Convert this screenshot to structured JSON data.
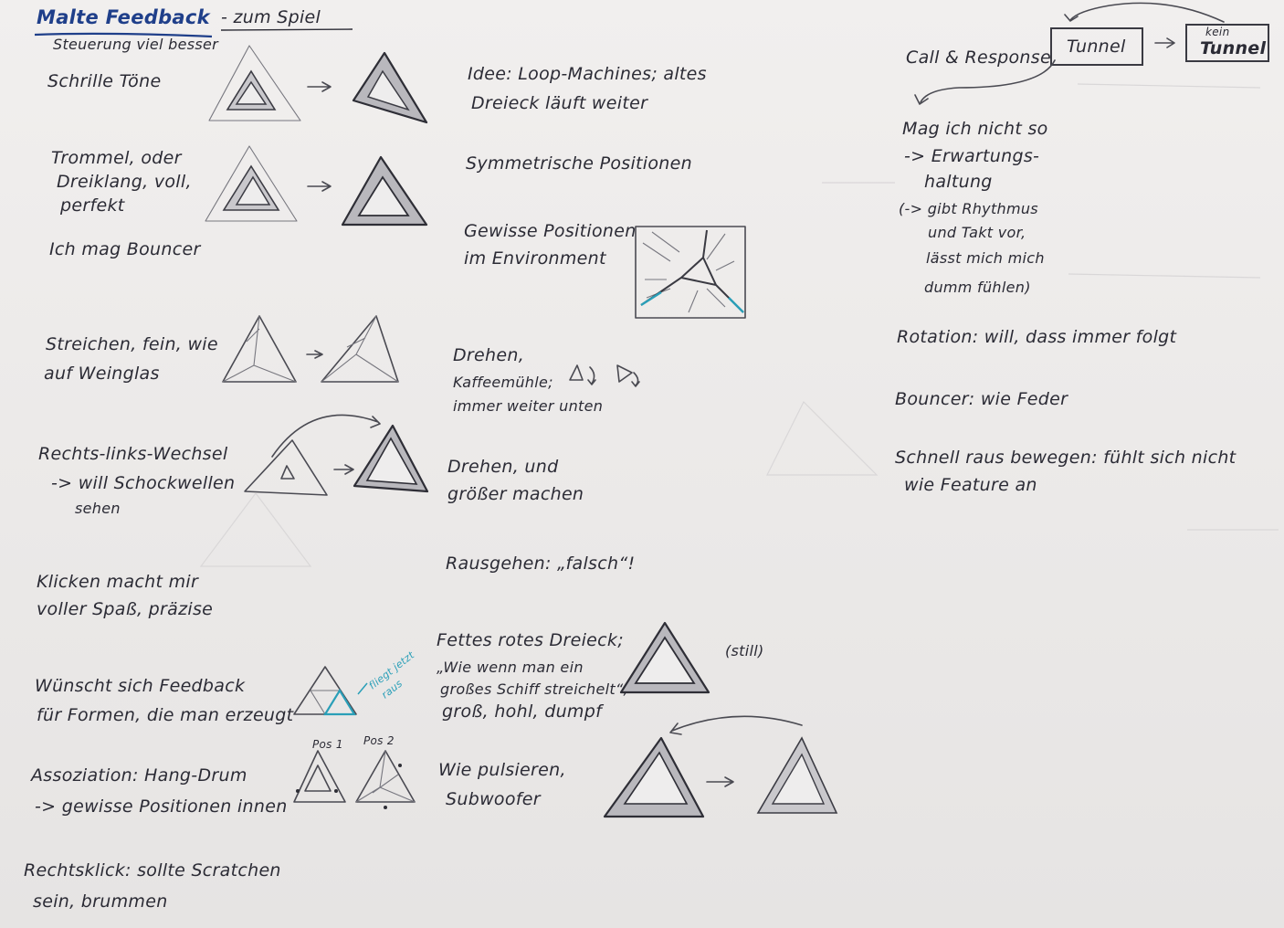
{
  "title": "Malte Feedback",
  "subtitle": "- zum Spiel",
  "left_column": [
    "Steuerung viel besser",
    "Schrille Töne",
    "Trommel, oder",
    "Dreiklang, voll,",
    "perfekt",
    "Ich mag Bouncer",
    "Streichen, fein, wie",
    "auf Weinglas",
    "Rechts-links-Wechsel",
    "-> will Schockwellen",
    "sehen",
    "Klicken macht mir",
    "voller Spaß, präzise",
    "Wünscht sich Feedback",
    "für Formen, die man erzeugt",
    "Assoziation: Hang-Drum",
    "-> gewisse Positionen innen",
    "Rechtsklick: sollte Scratchen",
    "sein, brummen"
  ],
  "middle_column": [
    "Idee: Loop-Machines; altes",
    "Dreieck läuft weiter",
    "Symmetrische Positionen",
    "Gewisse Positionen",
    "im Environment",
    "Drehen,",
    "Kaffeemühle;",
    "immer weiter unten",
    "Drehen, und",
    "größer machen",
    "Rausgehen: „falsch“!",
    "Fettes rotes Dreieck;",
    "„Wie wenn man ein",
    "großes Schiff streichelt“;",
    "groß, hohl, dumpf",
    "Wie pulsieren,",
    "Subwoofer"
  ],
  "right_column": [
    "Call & Response",
    "Mag ich nicht so",
    "-> Erwartungs-",
    "haltung",
    "(-> gibt Rhythmus",
    "und Takt vor,",
    "lässt mich mich",
    "dumm fühlen)",
    "Rotation: will, dass immer folgt",
    "Bouncer: wie Feder",
    "Schnell raus bewegen: fühlt sich nicht",
    "wie Feature an"
  ],
  "sketch_labels": {
    "tunnel_1": "Tunnel",
    "tunnel_2_top": "kein",
    "tunnel_2": "Tunnel",
    "fliegt_1": "fliegt jetzt",
    "fliegt_2": "raus",
    "pos1": "Pos 1",
    "pos2": "Pos 2",
    "still": "(still)"
  }
}
